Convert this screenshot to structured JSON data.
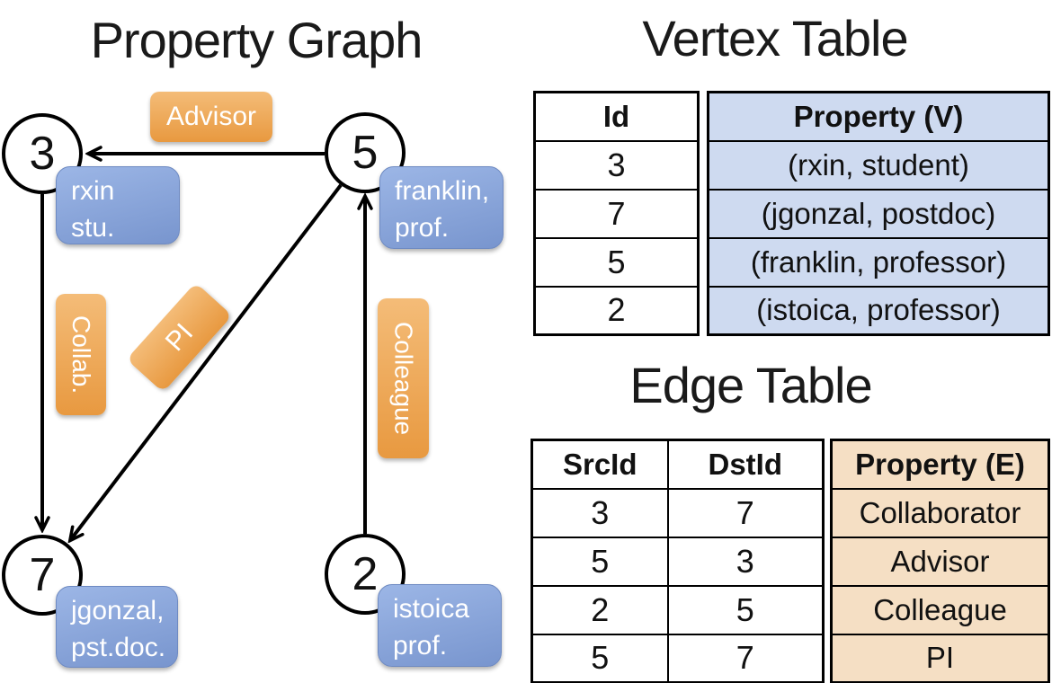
{
  "graph": {
    "title": "Property Graph",
    "nodes": [
      {
        "id": "3",
        "lines": [
          "rxin",
          "stu."
        ]
      },
      {
        "id": "5",
        "lines": [
          "franklin,",
          "prof."
        ]
      },
      {
        "id": "7",
        "lines": [
          "jgonzal,",
          "pst.doc."
        ]
      },
      {
        "id": "2",
        "lines": [
          "istoica",
          "prof."
        ]
      }
    ],
    "edge_labels": [
      {
        "src": "5",
        "dst": "3",
        "label": "Advisor"
      },
      {
        "src": "3",
        "dst": "7",
        "label": "Collab."
      },
      {
        "src": "5",
        "dst": "7",
        "label": "PI"
      },
      {
        "src": "2",
        "dst": "5",
        "label": "Colleague"
      }
    ]
  },
  "vertex_table": {
    "title": "Vertex Table",
    "columns": {
      "id": "Id",
      "property": "Property (V)"
    },
    "rows": [
      {
        "id": "3",
        "property": "(rxin, student)"
      },
      {
        "id": "7",
        "property": "(jgonzal, postdoc)"
      },
      {
        "id": "5",
        "property": "(franklin, professor)"
      },
      {
        "id": "2",
        "property": "(istoica, professor)"
      }
    ]
  },
  "edge_table": {
    "title": "Edge Table",
    "columns": {
      "src": "SrcId",
      "dst": "DstId",
      "property": "Property (E)"
    },
    "rows": [
      {
        "src": "3",
        "dst": "7",
        "property": "Collaborator"
      },
      {
        "src": "5",
        "dst": "3",
        "property": "Advisor"
      },
      {
        "src": "2",
        "dst": "5",
        "property": "Colleague"
      },
      {
        "src": "5",
        "dst": "7",
        "property": "PI"
      }
    ]
  },
  "colors": {
    "edge_label_orange": "#EFA84F",
    "vertex_box_blue": "#87A4D6",
    "vertex_table_fill": "#CEDAF0",
    "edge_table_fill": "#F5DFC4",
    "line_black": "#000000",
    "node_fill": "#FFFFFF"
  }
}
